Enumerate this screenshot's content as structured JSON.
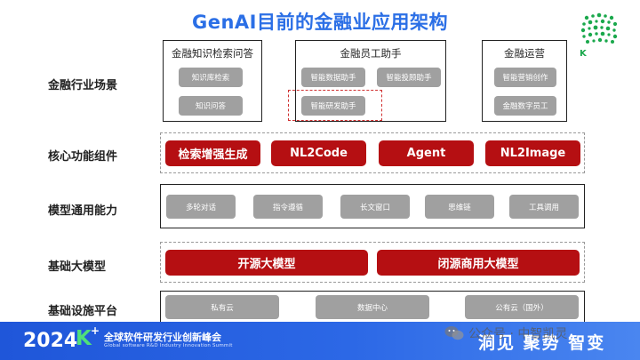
{
  "title": "GenAI目前的金融业应用架构",
  "rows": {
    "scenario": "金融行业场景",
    "components": "核心功能组件",
    "capabilities": "模型通用能力",
    "foundation": "基础大模型",
    "infra": "基础设施平台"
  },
  "scenario_groups": [
    {
      "title": "金融知识检索问答",
      "items": [
        "知识库检索",
        "知识问答"
      ]
    },
    {
      "title": "金融员工助手",
      "items": [
        "智能数据助手",
        "智能投顾助手",
        "智能研发助手"
      ]
    },
    {
      "title": "金融运营",
      "items": [
        "智能营销创作",
        "金融数字员工"
      ]
    }
  ],
  "components": [
    "检索增强生成",
    "NL2Code",
    "Agent",
    "NL2Image"
  ],
  "capabilities": [
    "多轮对话",
    "指令遵循",
    "长文窗口",
    "思维链",
    "工具调用"
  ],
  "foundation_models": [
    "开源大模型",
    "闭源商用大模型"
  ],
  "infra": [
    "私有云",
    "数据中心",
    "公有云（国外）"
  ],
  "footer": {
    "year": "2024",
    "k": "K",
    "plus": "+",
    "summit": "全球软件研发行业创新峰会",
    "summit_en": "Global software R&D Industry Innovation Summit",
    "slogan": "洞见 聚势 智变"
  },
  "watermark": "公众号 · 中智凯灵",
  "colors": {
    "title": "#2b6fe6",
    "accent_red": "#b50f12",
    "pill_gray": "#a0a0a0",
    "footer_blue": "#2c68e6",
    "logo_green": "#1aa84c"
  }
}
